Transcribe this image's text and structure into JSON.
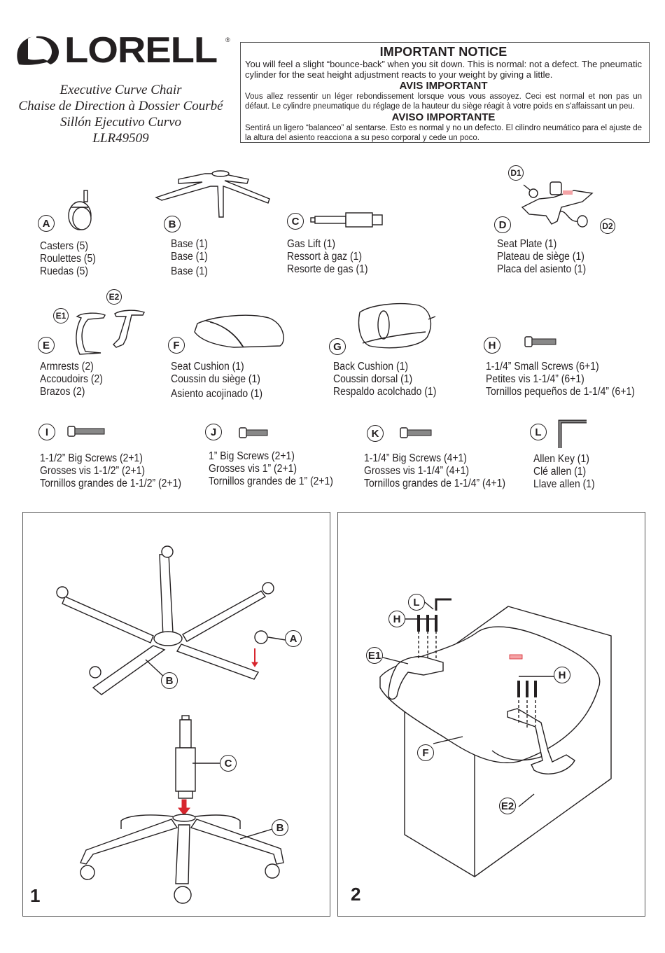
{
  "header": {
    "brand": "LORELL",
    "registered_mark": "®",
    "titles": [
      "Executive Curve Chair",
      "Chaise de Direction à Dossier Courbé",
      "Sillón Ejecutivo Curvo",
      "LLR49509"
    ]
  },
  "notice": {
    "en_title": "IMPORTANT NOTICE",
    "en_text": "You will feel a slight “bounce-back” when you sit down. This is normal: not a defect. The pneumatic cylinder for the seat height adjustment reacts to your weight by giving a little.",
    "fr_title": "AVIS IMPORTANT",
    "fr_text": "Vous allez ressentir un léger rebondissement lorsque vous vous assoyez. Ceci est normal et non pas un défaut. Le cylindre pneumatique du réglage de la hauteur du siège réagit à votre poids en s'affaissant un peu.",
    "es_title": "AVISO IMPORTANTE",
    "es_text": "Sentirá un ligero “balanceo” al sentarse. Esto es normal y no un defecto. El cilindro neumático para el ajuste de la altura del asiento reacciona a su peso corporal y cede un poco."
  },
  "parts": [
    {
      "letter": "A",
      "icon": "caster-icon",
      "lines": [
        "Casters (5)",
        "Roulettes (5)",
        "Ruedas (5)"
      ]
    },
    {
      "letter": "B",
      "icon": "base-icon",
      "lines": [
        "Base (1)",
        "Base (1)",
        "Base (1)"
      ]
    },
    {
      "letter": "C",
      "icon": "gas-lift-icon",
      "lines": [
        "Gas Lift (1)",
        "Ressort à gaz (1)",
        "Resorte de gas (1)"
      ]
    },
    {
      "letter": "D",
      "icon": "seat-plate-icon",
      "sub": [
        "D1",
        "D2"
      ],
      "lines": [
        "Seat Plate (1)",
        "Plateau de siège (1)",
        "Placa del asiento (1)"
      ]
    },
    {
      "letter": "E",
      "icon": "armrest-icon",
      "sub": [
        "E1",
        "E2"
      ],
      "lines": [
        "Armrests (2)",
        "Accoudoirs (2)",
        "Brazos (2)"
      ]
    },
    {
      "letter": "F",
      "icon": "seat-cushion-icon",
      "lines": [
        "Seat Cushion (1)",
        "Coussin du siège (1)",
        "Asiento acojinado (1)"
      ]
    },
    {
      "letter": "G",
      "icon": "back-cushion-icon",
      "lines": [
        "Back Cushion (1)",
        "Coussin dorsal (1)",
        "Respaldo acolchado (1)"
      ]
    },
    {
      "letter": "H",
      "icon": "screw-icon",
      "lines": [
        "1-1/4” Small Screws (6+1)",
        "Petites vis 1-1/4” (6+1)",
        "Tornillos pequeños de 1-1/4” (6+1)"
      ]
    },
    {
      "letter": "I",
      "icon": "screw-icon",
      "lines": [
        "1-1/2” Big Screws (2+1)",
        "Grosses vis 1-1/2” (2+1)",
        "Tornillos grandes de 1-1/2” (2+1)"
      ]
    },
    {
      "letter": "J",
      "icon": "screw-icon",
      "lines": [
        "1” Big Screws (2+1)",
        "Grosses vis 1” (2+1)",
        "Tornillos grandes de 1” (2+1)"
      ]
    },
    {
      "letter": "K",
      "icon": "screw-icon",
      "lines": [
        "1-1/4” Big Screws (4+1)",
        "Grosses vis 1-1/4” (4+1)",
        "Tornillos grandes de 1-1/4” (4+1)"
      ]
    },
    {
      "letter": "L",
      "icon": "allen-key-icon",
      "lines": [
        "Allen Key (1)",
        "Clé allen (1)",
        "Llave allen (1)"
      ]
    }
  ],
  "steps": [
    {
      "number": "1",
      "callouts": [
        "A",
        "B",
        "C",
        "B"
      ]
    },
    {
      "number": "2",
      "callouts": [
        "L",
        "H",
        "E1",
        "H",
        "F",
        "E2"
      ]
    }
  ],
  "colors": {
    "arrow": "#d7262e",
    "ink": "#231f20"
  }
}
